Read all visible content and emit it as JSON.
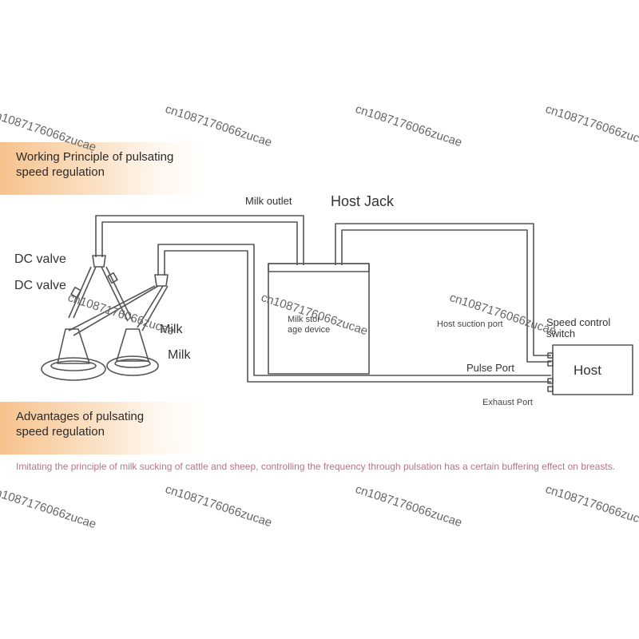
{
  "section1": {
    "title": "Working Principle of pulsating\nspeed regulation"
  },
  "section2": {
    "title": "Advantages of pulsating\nspeed regulation"
  },
  "labels": {
    "milk_outlet": "Milk outlet",
    "host_jack": "Host Jack",
    "dc_valve_1": "DC valve",
    "dc_valve_2": "DC valve",
    "milk_1": "Milk",
    "milk_2": "Milk",
    "milk_storage_device": "Milk stor-\nage device",
    "host_suction_port": "Host suction port",
    "speed_control_switch": "Speed control\nswitch",
    "host": "Host",
    "pulse_port": "Pulse Port",
    "exhaust_port": "Exhaust Port"
  },
  "description": "Imitating the principle of milk sucking of cattle and sheep, controlling the frequency through pulsation has a certain buffering effect on breasts.",
  "watermark": "cn1087176066zucae",
  "colors": {
    "band": "#f7c28d",
    "line": "#555555",
    "description": "#b7748a"
  }
}
